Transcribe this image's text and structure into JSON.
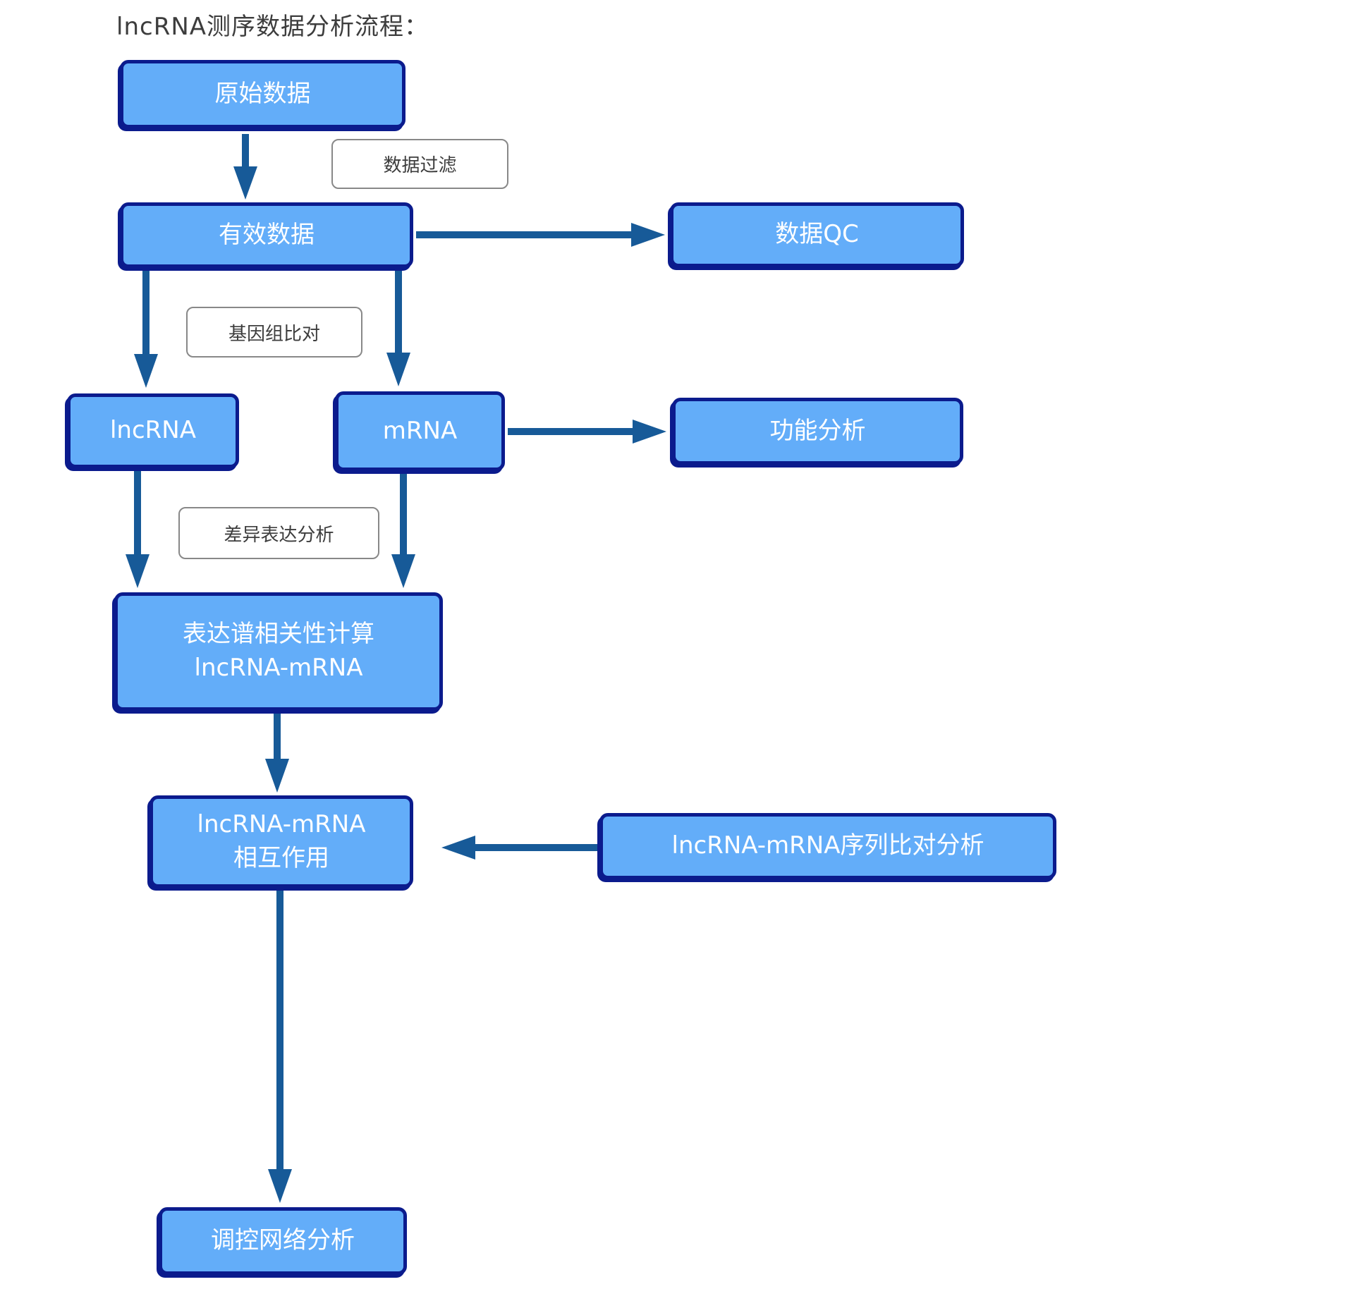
{
  "title": "lncRNA测序数据分析流程：",
  "colors": {
    "background": "#ffffff",
    "node_fill": "#63adf9",
    "node_border": "#0b1b8d",
    "node_text": "#ffffff",
    "arrow": "#175a98",
    "edge_label_border": "#888888",
    "edge_label_text": "#3d3d3d",
    "title_text": "#3d3d3d"
  },
  "nodes": {
    "raw_data": {
      "label": "原始数据"
    },
    "valid_data": {
      "label": "有效数据"
    },
    "data_qc": {
      "label": "数据QC"
    },
    "lncrna": {
      "label": "lncRNA"
    },
    "mrna": {
      "label": "mRNA"
    },
    "functional_analysis": {
      "label": "功能分析"
    },
    "correlation": {
      "line1": "表达谱相关性计算",
      "line2": "lncRNA-mRNA"
    },
    "interaction": {
      "line1": "lncRNA-mRNA",
      "line2": "相互作用"
    },
    "seq_alignment": {
      "label": "lncRNA-mRNA序列比对分析"
    },
    "network": {
      "label": "调控网络分析"
    }
  },
  "edge_labels": {
    "data_filter": "数据过滤",
    "genome_alignment": "基因组比对",
    "diff_expression": "差异表达分析"
  }
}
